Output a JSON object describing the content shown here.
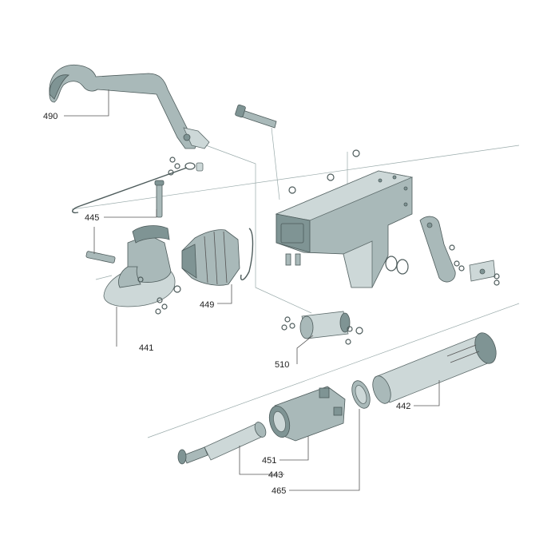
{
  "labels": {
    "p490": "490",
    "p445": "445",
    "p441": "441",
    "p449": "449",
    "p510": "510",
    "p442": "442",
    "p451": "451",
    "p443": "443",
    "p465": "465"
  }
}
